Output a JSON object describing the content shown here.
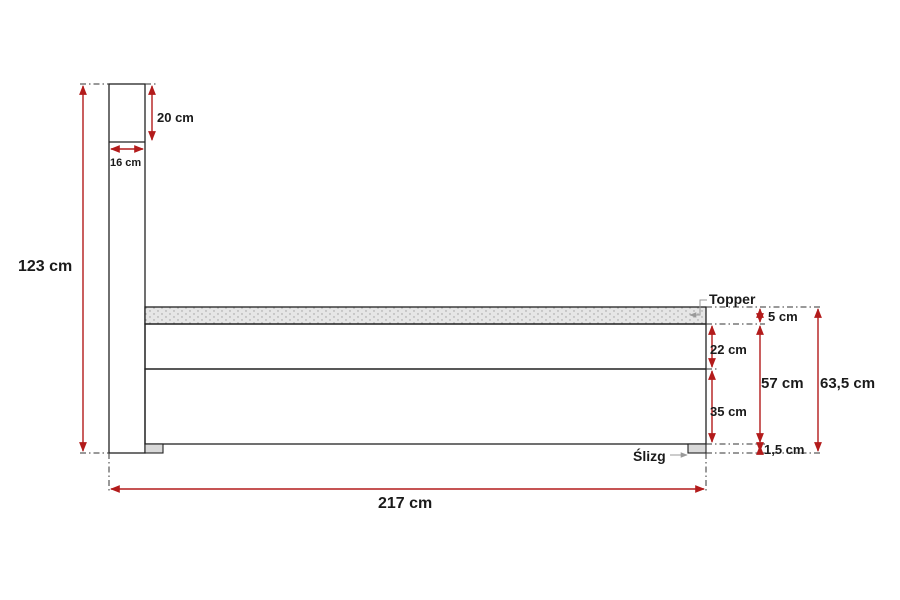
{
  "colors": {
    "dimension": "#b31b1b",
    "outline": "#222222",
    "topper_fill": "#e6e6e6",
    "glide_fill": "#d9d9d9",
    "leader": "#9a9a9a"
  },
  "labels": {
    "headboard_total_height": "123 cm",
    "headboard_top_section": "20 cm",
    "headboard_thickness": "16 cm",
    "topper_name": "Topper",
    "topper_height": "5 cm",
    "mattress_height": "22 cm",
    "base_height": "35 cm",
    "bed_height": "57 cm",
    "total_height": "63,5 cm",
    "glide_name": "Ślizg",
    "glide_height": "1,5 cm",
    "total_length": "217 cm"
  }
}
